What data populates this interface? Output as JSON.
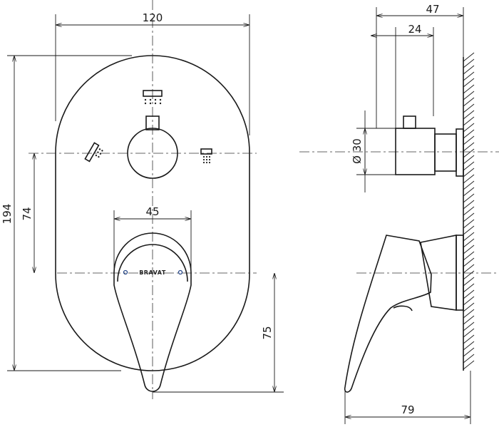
{
  "dimensions": {
    "plate_width": "120",
    "total_height": "194",
    "knob_to_lever": "74",
    "lever_cap_width": "45",
    "lever_drop": "75",
    "side_depth": "47",
    "knob_depth": "24",
    "knob_diameter": "Ø 30",
    "lever_depth": "79"
  },
  "logo_text": "BRAVAT",
  "accent_color": "#2a4a8a"
}
